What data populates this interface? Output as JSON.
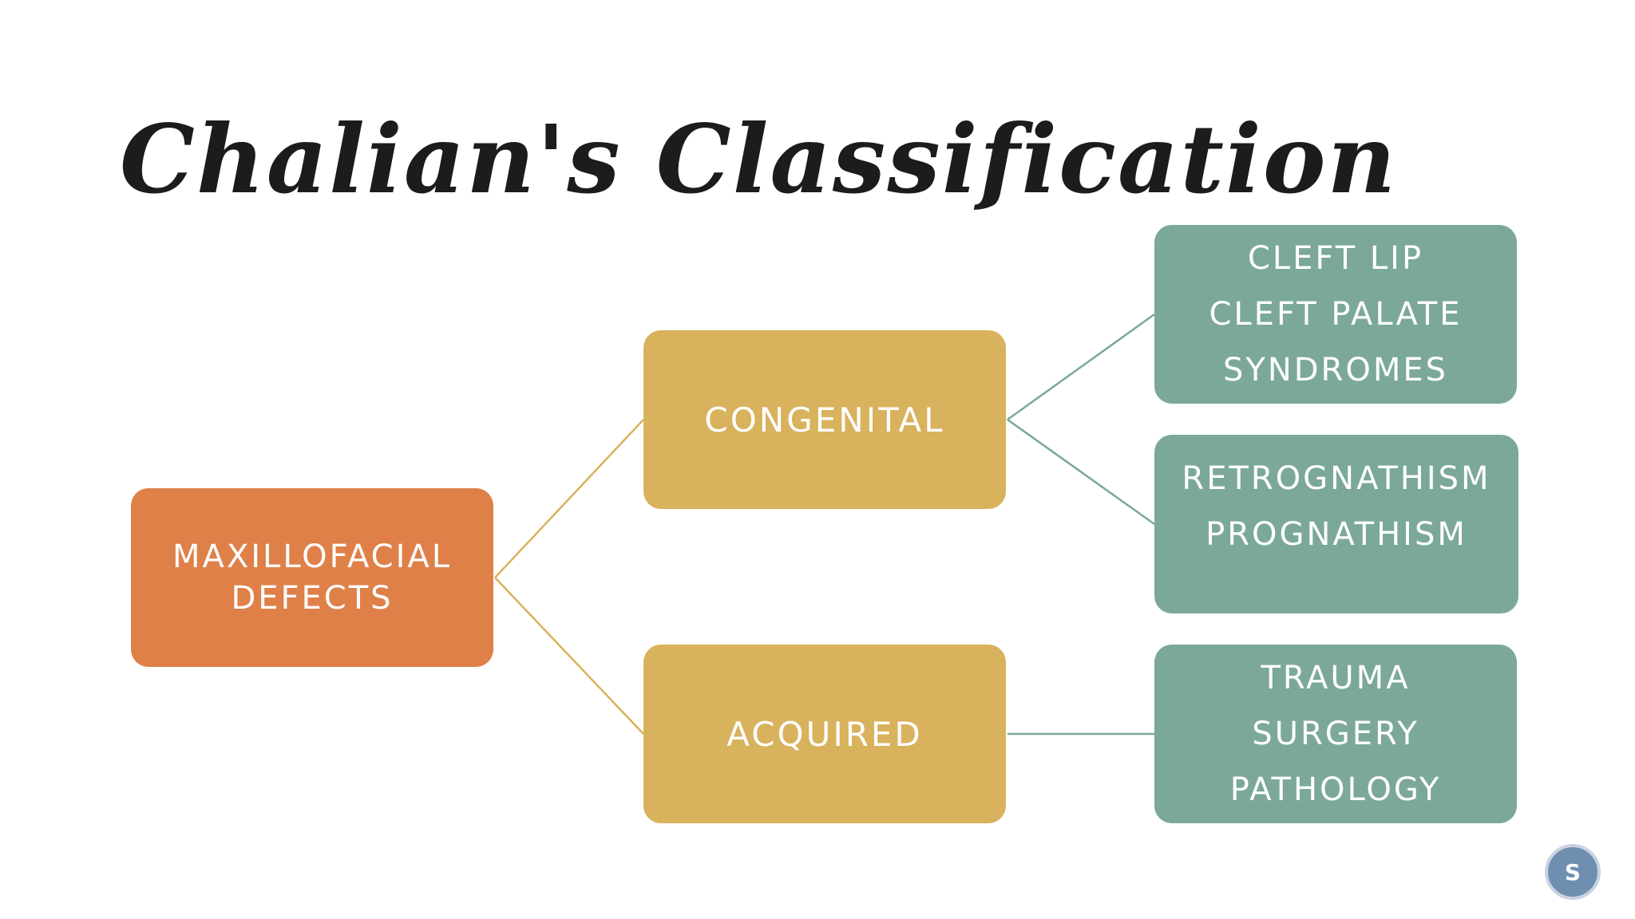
{
  "slide": {
    "title": "Chalian's Classification"
  },
  "diagram": {
    "root": {
      "lines": [
        "MAXILLOFACIAL",
        "DEFECTS"
      ]
    },
    "categories": [
      {
        "label": "CONGENITAL",
        "children": [
          {
            "lines": [
              "CLEFT LIP",
              "CLEFT PALATE",
              "SYNDROMES"
            ]
          },
          {
            "lines": [
              "RETROGNATHISM",
              "PROGNATHISM"
            ]
          }
        ]
      },
      {
        "label": "ACQUIRED",
        "children": [
          {
            "lines": [
              "TRAUMA",
              "SURGERY",
              "PATHOLOGY"
            ]
          }
        ]
      }
    ]
  },
  "colors": {
    "root": "#df8049",
    "category": "#d8b25c",
    "leaf": "#7ba89b",
    "connector_category": "#d8b25c",
    "connector_leaf": "#7ba89b"
  },
  "logo": {
    "letter": "S"
  }
}
